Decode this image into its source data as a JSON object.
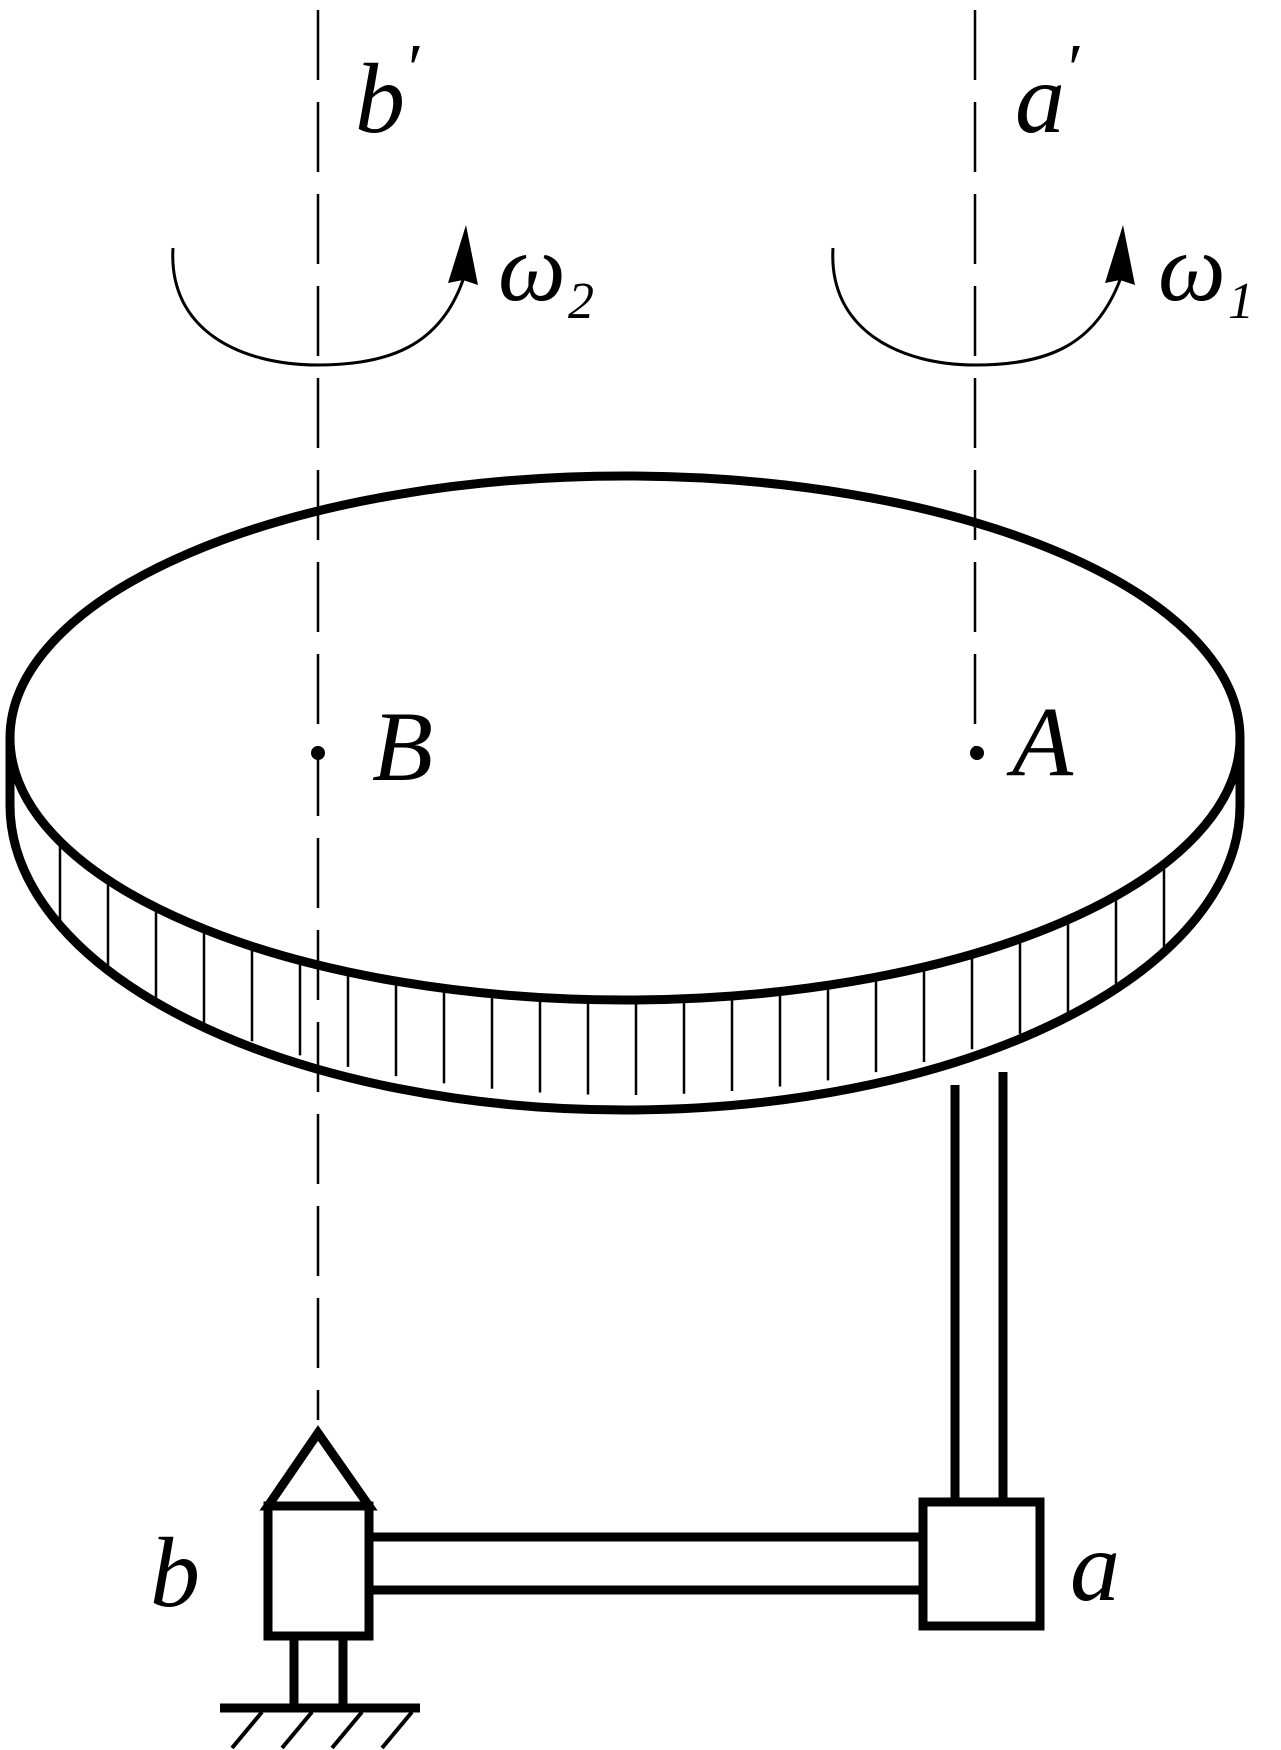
{
  "labels": {
    "axis_b_top": "b",
    "axis_a_top": "a",
    "prime_mark": "′",
    "omega_symbol": "ω",
    "omega2_sub": "2",
    "omega1_sub": "1",
    "point_B": "B",
    "point_A": "A",
    "pivot_b": "b",
    "block_a": "a"
  },
  "colors": {
    "ink": "#000000",
    "background": "#ffffff"
  }
}
